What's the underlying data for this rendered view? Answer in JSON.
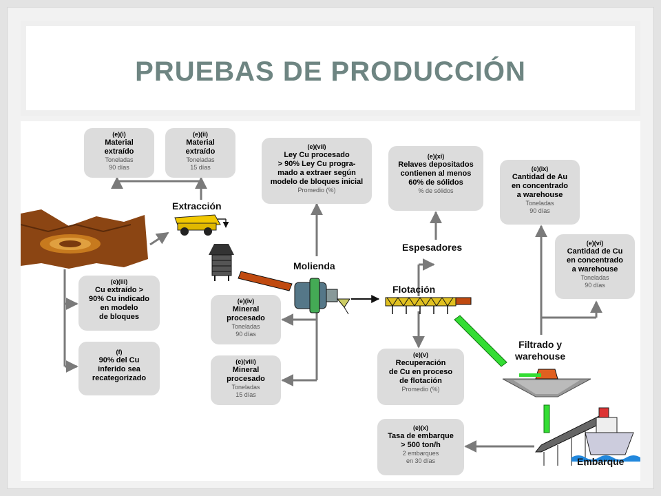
{
  "slide_title": "PRUEBAS DE PRODUCCIÓN",
  "stages": {
    "extraccion": "Extracción",
    "molienda": "Molienda",
    "flotacion": "Flotación",
    "espesadores": "Espesadores",
    "filtrado_1": "Filtrado y",
    "filtrado_2": "warehouse",
    "embarque": "Embarque"
  },
  "boxes": {
    "ei": {
      "code": "(e)(i)",
      "l1": "Material",
      "l2": "extraído",
      "s1": "Toneladas",
      "s2": "90 días"
    },
    "eii": {
      "code": "(e)(ii)",
      "l1": "Material",
      "l2": "extraído",
      "s1": "Toneladas",
      "s2": "15 días"
    },
    "eiii": {
      "code": "(e)(iii)",
      "l1": "Cu extraído >",
      "l2": "90% Cu indicado",
      "l3": "en modelo",
      "l4": "de bloques"
    },
    "f": {
      "code": "(f)",
      "l1": "90% del Cu",
      "l2": "inferido sea",
      "l3": "recategorizado"
    },
    "evii": {
      "code": "(e)(vii)",
      "l1": "Ley Cu procesado",
      "l2": "> 90% Ley Cu progra-",
      "l3": "mado a extraer según",
      "l4": "modelo de bloques inicial",
      "s1": "Promedio (%)"
    },
    "eiv": {
      "code": "(e)(iv)",
      "l1": "Mineral",
      "l2": "procesado",
      "s1": "Toneladas",
      "s2": "90 días"
    },
    "eviii": {
      "code": "(e)(viii)",
      "l1": "Mineral",
      "l2": "procesado",
      "s1": "Toneladas",
      "s2": "15 días"
    },
    "exi": {
      "code": "(e)(xi)",
      "l1": "Relaves depositados",
      "l2": "contienen al menos",
      "l3": "60% de sólidos",
      "s1": "% de sólidos"
    },
    "ev": {
      "code": "(e)(v)",
      "l1": "Recuperación",
      "l2": "de Cu en proceso",
      "l3": "de flotación",
      "s1": "Promedio (%)"
    },
    "eix": {
      "code": "(e)(ix)",
      "l1": "Cantidad de Au",
      "l2": "en concentrado",
      "l3": "a warehouse",
      "s1": "Toneladas",
      "s2": "90 días"
    },
    "evi": {
      "code": "(e)(vi)",
      "l1": "Cantidad de Cu",
      "l2": "en concentrado",
      "l3": "a warehouse",
      "s1": "Toneladas",
      "s2": "90 días"
    },
    "ex": {
      "code": "(e)(x)",
      "l1": "Tasa de embarque",
      "l2": "> 500 ton/h",
      "s1": "2 embarques",
      "s2": "en 30 días"
    }
  },
  "colors": {
    "title": "#6e8582",
    "box": "#dcdcdc",
    "arrow": "#7a7a7a",
    "pipe": "#33dd33",
    "ore": "#a0521d",
    "conveyor": "#c04a10"
  }
}
